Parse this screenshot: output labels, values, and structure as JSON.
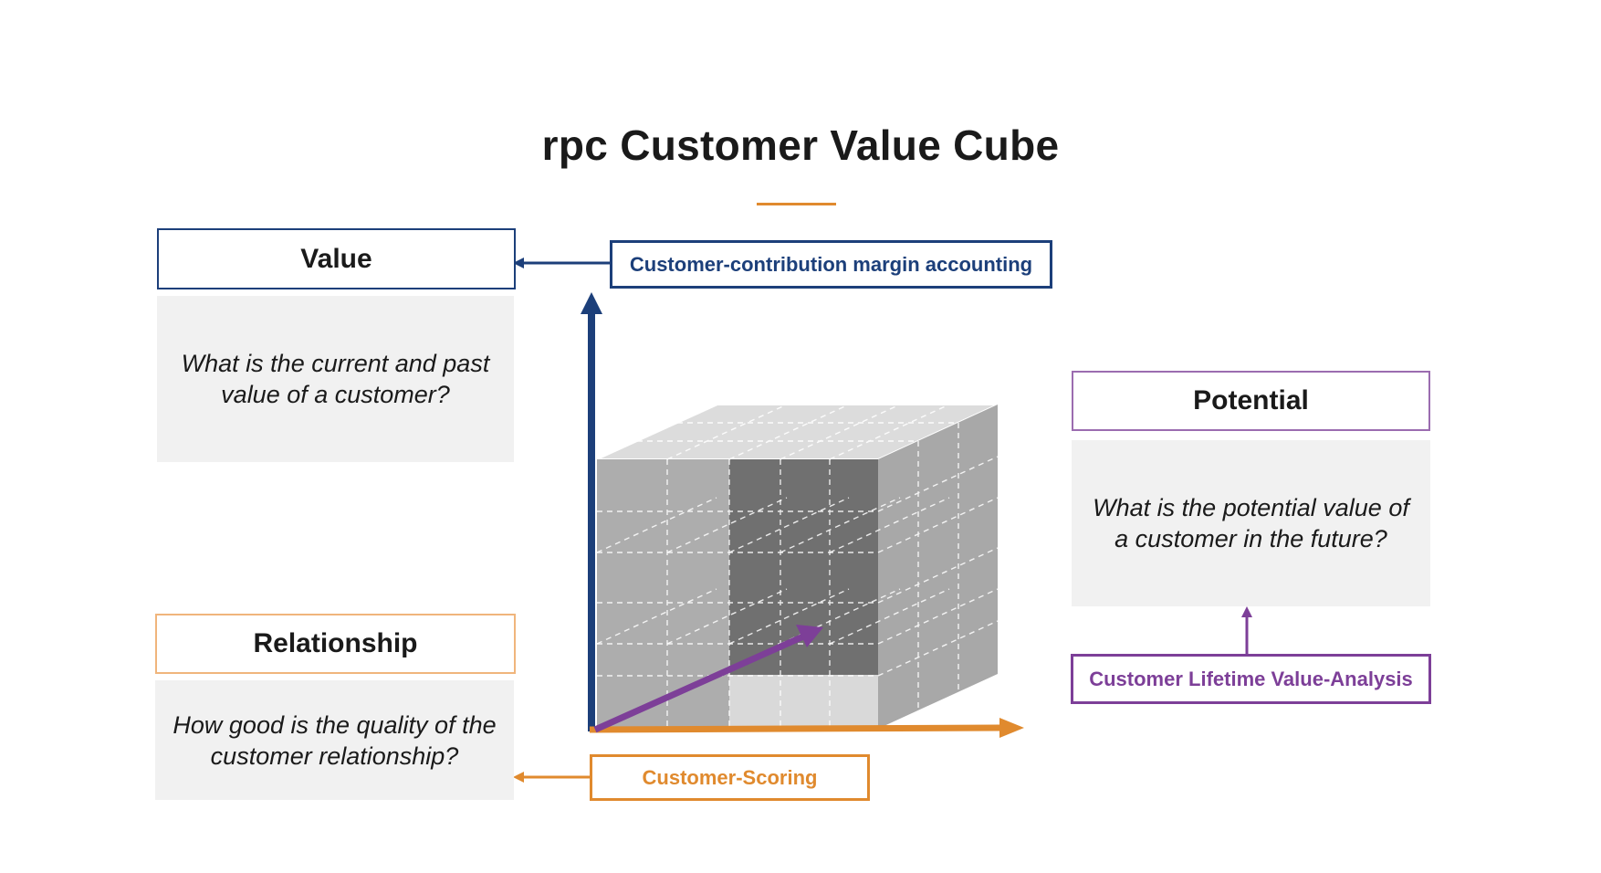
{
  "title": "rpc Customer Value Cube",
  "colors": {
    "value": "#1c3f7a",
    "relationship": "#e08a2e",
    "potential": "#7d3f98",
    "potential_border": "#9b6cb0",
    "relationship_border": "#f0b57c",
    "question_bg": "#f1f1f1"
  },
  "value": {
    "heading": "Value",
    "question": "What is the current and past value of a customer?",
    "method": "Customer-contribution margin accounting"
  },
  "relationship": {
    "heading": "Relationship",
    "question": "How good is the quality of the customer relationship?",
    "method": "Customer-Scoring"
  },
  "potential": {
    "heading": "Potential",
    "question": "What is the potential value of a customer in the future?",
    "method": "Customer Lifetime Value-Analysis"
  }
}
